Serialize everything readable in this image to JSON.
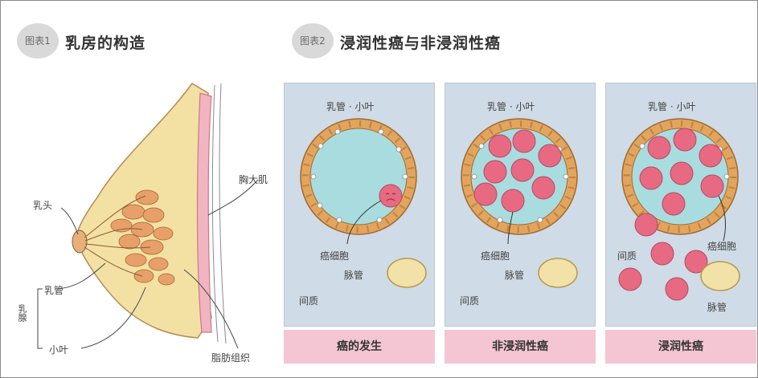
{
  "figure1": {
    "badge": "图表1",
    "title": "乳房的构造",
    "labels": {
      "nipple": "乳头",
      "pectoralis": "胸大肌",
      "duct": "乳管",
      "mammary_gland_vertical": "乳腺",
      "lobule": "小叶",
      "fat": "脂肪组织"
    }
  },
  "figure2": {
    "badge": "图表2",
    "title": "浸润性癌与非浸润性癌",
    "panels": [
      {
        "top_label": "乳管 · 小叶",
        "cell_label": "癌细胞",
        "vessel_label": "脉管",
        "stroma_label": "间质",
        "caption": "癌的发生"
      },
      {
        "top_label": "乳管 · 小叶",
        "cell_label": "癌细胞",
        "vessel_label": "脉管",
        "stroma_label": "间质",
        "caption": "非浸润性癌"
      },
      {
        "top_label": "乳管 · 小叶",
        "cell_label": "癌细胞",
        "vessel_label": "脉管",
        "stroma_label": "间质",
        "caption": "浸润性癌"
      }
    ]
  },
  "colors": {
    "panel_bg": "#cfdbe6",
    "lumen": "#a9dcdf",
    "duct_wall": "#e3a45d",
    "cancer_cell": "#e86a82",
    "vessel": "#f2e2a8",
    "caption_bg": "#f4c6d3",
    "gland_lobe": "#e8a06a",
    "fat_tissue": "#f3e1a3",
    "muscle": "#f2b4c0"
  }
}
